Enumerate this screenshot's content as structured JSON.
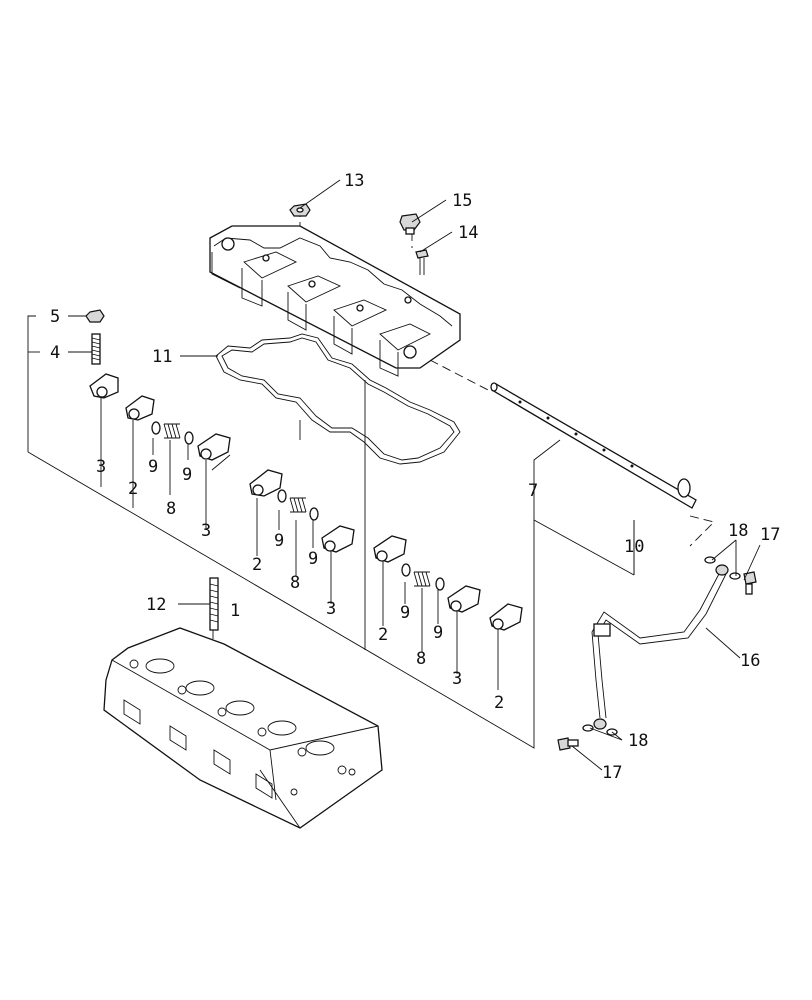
{
  "diagram": {
    "callouts": [
      {
        "id": "c13",
        "text": "13"
      },
      {
        "id": "c15",
        "text": "15"
      },
      {
        "id": "c14",
        "text": "14"
      },
      {
        "id": "c5",
        "text": "5"
      },
      {
        "id": "c4",
        "text": "4"
      },
      {
        "id": "c11",
        "text": "11"
      },
      {
        "id": "c3a",
        "text": "3"
      },
      {
        "id": "c2a",
        "text": "2"
      },
      {
        "id": "c9a",
        "text": "9"
      },
      {
        "id": "c8a",
        "text": "8"
      },
      {
        "id": "c9b",
        "text": "9"
      },
      {
        "id": "c3b",
        "text": "3"
      },
      {
        "id": "c2b",
        "text": "2"
      },
      {
        "id": "c9c",
        "text": "9"
      },
      {
        "id": "c8b",
        "text": "8"
      },
      {
        "id": "c9d",
        "text": "9"
      },
      {
        "id": "c3c",
        "text": "3"
      },
      {
        "id": "c1",
        "text": "1"
      },
      {
        "id": "c12",
        "text": "12"
      },
      {
        "id": "c2c",
        "text": "2"
      },
      {
        "id": "c9e",
        "text": "9"
      },
      {
        "id": "c8c",
        "text": "8"
      },
      {
        "id": "c9f",
        "text": "9"
      },
      {
        "id": "c3d",
        "text": "3"
      },
      {
        "id": "c2d",
        "text": "2"
      },
      {
        "id": "c7",
        "text": "7"
      },
      {
        "id": "c10",
        "text": "10"
      },
      {
        "id": "c18a",
        "text": "18"
      },
      {
        "id": "c17a",
        "text": "17"
      },
      {
        "id": "c16",
        "text": "16"
      },
      {
        "id": "c18b",
        "text": "18"
      },
      {
        "id": "c17b",
        "text": "17"
      }
    ]
  }
}
